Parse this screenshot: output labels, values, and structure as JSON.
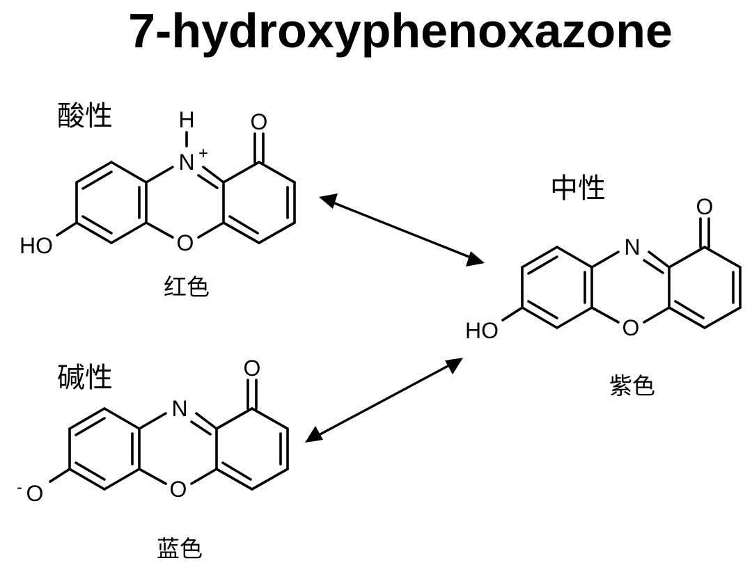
{
  "title": "7-hydroxyphenoxazone",
  "states": {
    "acidic": {
      "state_label": "酸性",
      "color_label": "红色",
      "atoms": {
        "h": "H",
        "n": "N",
        "charge": "+",
        "o_ring": "O",
        "o_carbonyl": "O",
        "substituent": "HO"
      }
    },
    "neutral": {
      "state_label": "中性",
      "color_label": "紫色",
      "atoms": {
        "n": "N",
        "o_ring": "O",
        "o_carbonyl": "O",
        "substituent": "HO"
      }
    },
    "basic": {
      "state_label": "碱性",
      "color_label": "蓝色",
      "atoms": {
        "n": "N",
        "o_ring": "O",
        "o_carbonyl": "O",
        "charge": "-",
        "substituent": "O"
      }
    }
  },
  "equilibria": [
    {
      "from": "acidic",
      "to": "neutral",
      "direction": "bidirectional"
    },
    {
      "from": "neutral",
      "to": "basic",
      "direction": "bidirectional"
    }
  ]
}
